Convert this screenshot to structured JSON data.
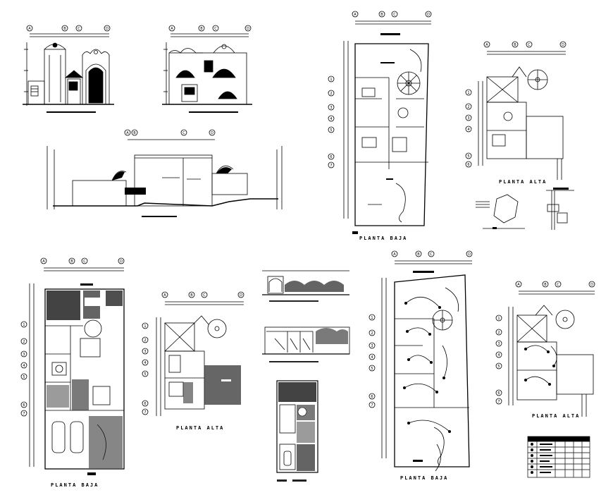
{
  "sheet": {
    "labels": {
      "planta_baja": "PLANTA BAJA",
      "planta_alta": "PLANTA ALTA"
    },
    "grid_markers": {
      "row_a": [
        "A",
        "B",
        "C",
        "D"
      ],
      "rows_numeric": [
        "1",
        "2",
        "3",
        "4",
        "5",
        "6",
        "7"
      ]
    },
    "colors": {
      "line": "#000000",
      "background": "#ffffff",
      "hatch": "#222222"
    }
  }
}
